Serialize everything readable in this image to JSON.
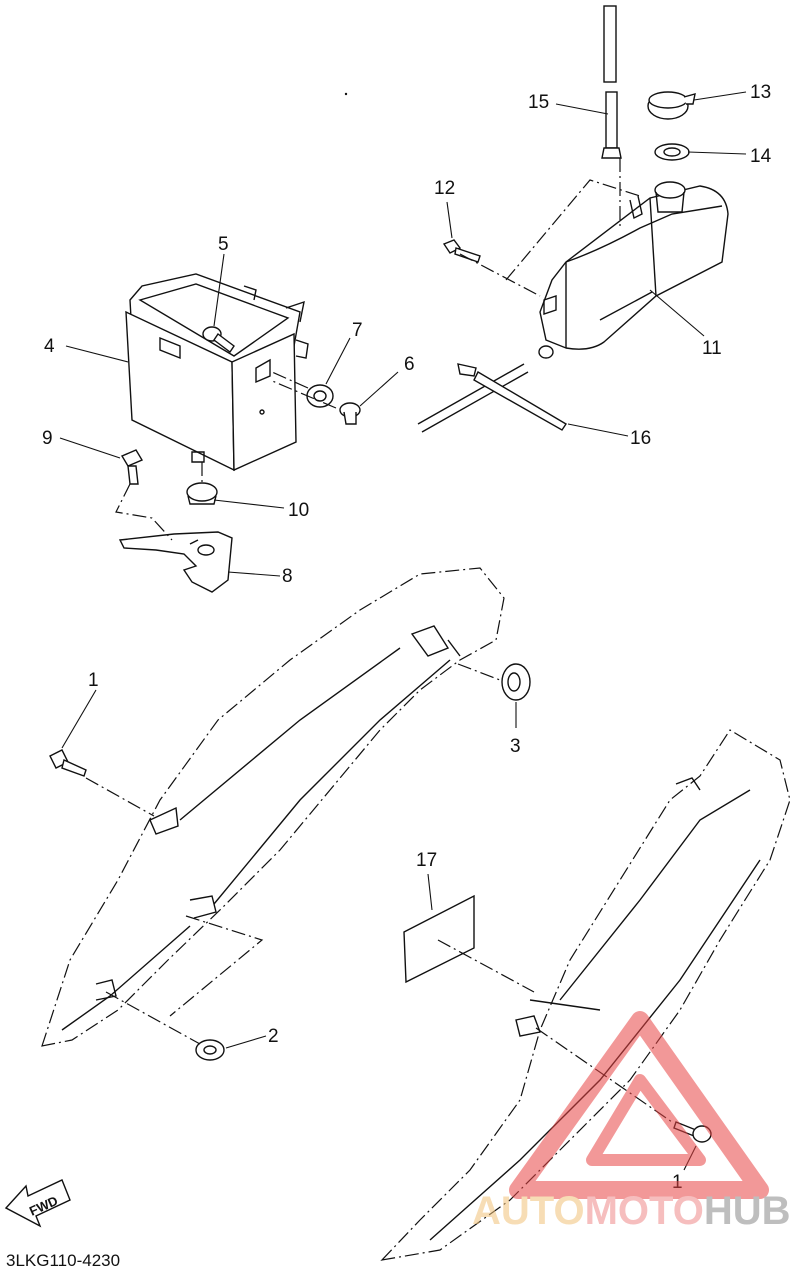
{
  "diagram": {
    "code": "3LKG110-4230",
    "fwd_label": "FWD",
    "callouts": {
      "c1a": "1",
      "c1b": "1",
      "c2": "2",
      "c3": "3",
      "c4": "4",
      "c5": "5",
      "c6": "6",
      "c7": "7",
      "c8": "8",
      "c9": "9",
      "c10": "10",
      "c11": "11",
      "c12": "12",
      "c13": "13",
      "c14": "14",
      "c15": "15",
      "c16": "16",
      "c17": "17"
    }
  },
  "watermark": {
    "part1": "AUTO",
    "part2": "MOTO",
    "part3": "HUB",
    "color_auto": "#f2c27a",
    "color_moto": "#ef8a8a",
    "color_hub": "#8a8a8a",
    "triangle_color": "#e84545"
  }
}
